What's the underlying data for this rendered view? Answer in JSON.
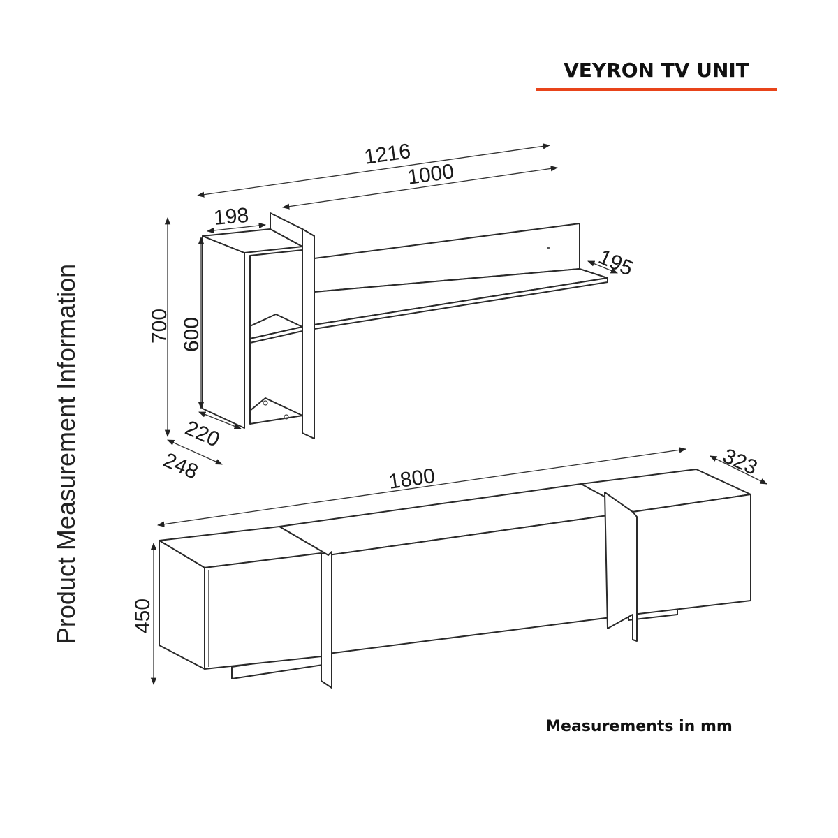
{
  "header": {
    "title": "VEYRON TV UNIT",
    "accent_color": "#e8441a"
  },
  "side_label": "Product Measurement Information",
  "footer": "Measurements in mm",
  "dimensions": {
    "wall_total_width": "1216",
    "shelf_width": "1000",
    "bookcase_width": "198",
    "shelf_depth": "195",
    "wall_height": "700",
    "bookcase_height": "600",
    "bookcase_depth_inner": "220",
    "bookcase_depth_outer": "248",
    "tv_unit_width": "1800",
    "tv_unit_depth": "323",
    "tv_unit_height": "450"
  }
}
